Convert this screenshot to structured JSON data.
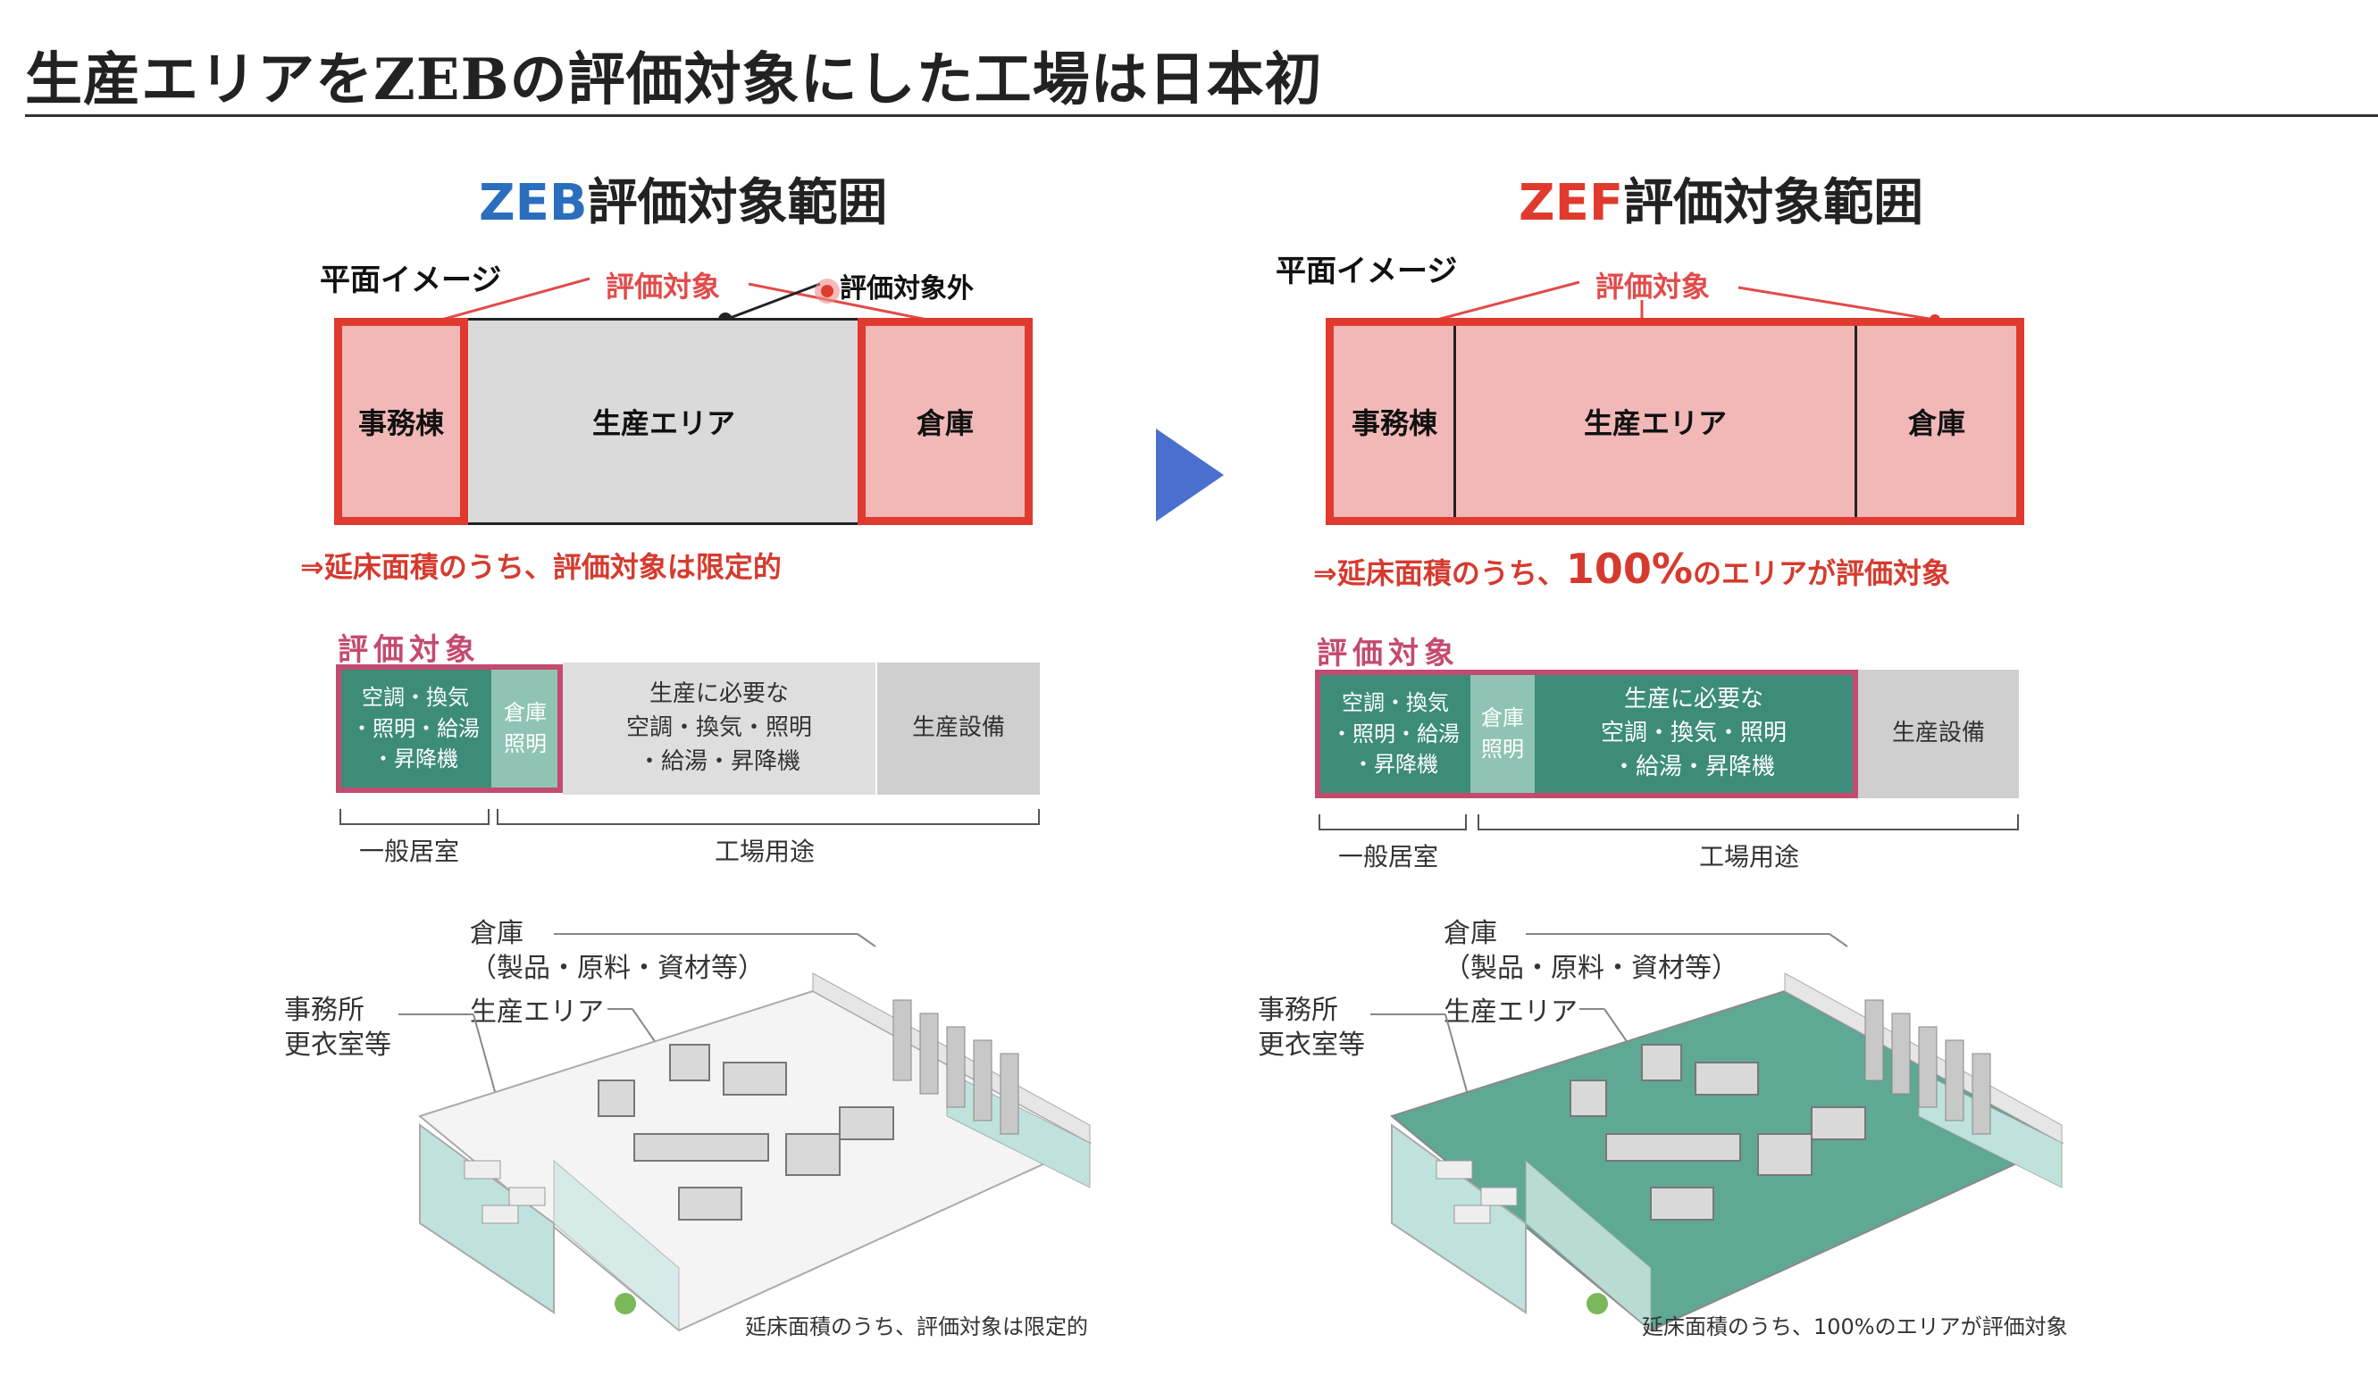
{
  "title": "生産エリアをZEBの評価対象にした工場は日本初",
  "colors": {
    "zeb_blue": "#2a6ebd",
    "red": "#e03a2e",
    "pink": "#c44b70",
    "teal_dark": "#3d8c7a",
    "teal_light": "#8fc4b4",
    "arrow_blue": "#4a6fcf"
  },
  "left": {
    "heading_prefix": "ZEB",
    "heading_suffix": "評価対象範囲",
    "plan_image_label": "平面イメージ",
    "eval_target_label": "評価対象",
    "eval_excluded_label": "評価対象外",
    "boxes": [
      "事務棟",
      "生産エリア",
      "倉庫"
    ],
    "note": "⇒延床面積のうち、評価対象は限定的",
    "eval_section_label": "評価対象",
    "segments": {
      "office": "空調・換気\n・照明・給湯\n・昇降機",
      "warehouse": "倉庫\n照明",
      "production": "生産に必要な\n空調・換気・照明\n・給湯・昇降機",
      "equipment": "生産設備"
    },
    "bracket_general": "一般居室",
    "bracket_factory": "工場用途",
    "illus": {
      "warehouse": "倉庫\n（製品・原料・資材等）",
      "office": "事務所\n更衣室等",
      "production": "生産エリア"
    },
    "caption": "延床面積のうち、評価対象は限定的"
  },
  "right": {
    "heading_prefix": "ZEF",
    "heading_suffix": "評価対象範囲",
    "plan_image_label": "平面イメージ",
    "eval_target_label": "評価対象",
    "boxes": [
      "事務棟",
      "生産エリア",
      "倉庫"
    ],
    "note_prefix": "⇒延床面積のうち、",
    "note_big": "100%",
    "note_suffix": "のエリアが評価対象",
    "eval_section_label": "評価対象",
    "segments": {
      "office": "空調・換気\n・照明・給湯\n・昇降機",
      "warehouse": "倉庫\n照明",
      "production": "生産に必要な\n空調・換気・照明\n・給湯・昇降機",
      "equipment": "生産設備"
    },
    "bracket_general": "一般居室",
    "bracket_factory": "工場用途",
    "illus": {
      "warehouse": "倉庫\n（製品・原料・資材等）",
      "office": "事務所\n更衣室等",
      "production": "生産エリア"
    },
    "caption": "延床面積のうち、100%のエリアが評価対象"
  }
}
